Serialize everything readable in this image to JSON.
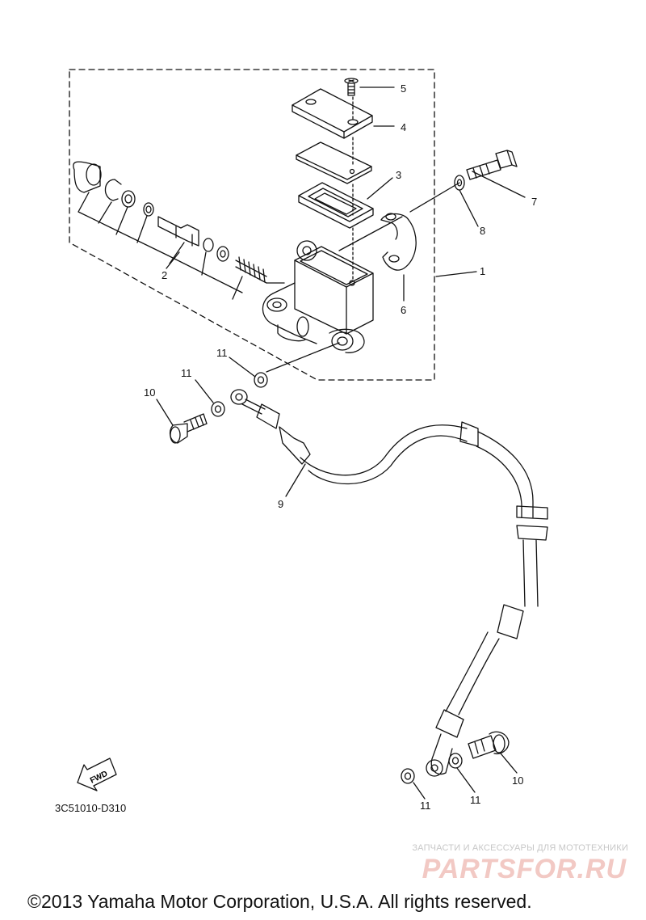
{
  "diagram": {
    "drawing_code": "3C51010-D310",
    "fwd_label": "FWD",
    "callouts": [
      {
        "id": "c1",
        "label": "1"
      },
      {
        "id": "c2",
        "label": "2"
      },
      {
        "id": "c3",
        "label": "3"
      },
      {
        "id": "c4",
        "label": "4"
      },
      {
        "id": "c5",
        "label": "5"
      },
      {
        "id": "c6",
        "label": "6"
      },
      {
        "id": "c7",
        "label": "7"
      },
      {
        "id": "c8",
        "label": "8"
      },
      {
        "id": "c9",
        "label": "9"
      },
      {
        "id": "c10a",
        "label": "10"
      },
      {
        "id": "c10b",
        "label": "10"
      },
      {
        "id": "c11a",
        "label": "11"
      },
      {
        "id": "c11b",
        "label": "11"
      },
      {
        "id": "c11c",
        "label": "11"
      },
      {
        "id": "c11d",
        "label": "11"
      }
    ]
  },
  "watermark": {
    "tagline": "ЗАПЧАСТИ И АКСЕССУАРЫ ДЛЯ МОТОТЕХНИКИ",
    "logo": "PARTSFOR.RU"
  },
  "footer": {
    "copyright": "©2013 Yamaha Motor Corporation, U.S.A. All rights reserved."
  }
}
